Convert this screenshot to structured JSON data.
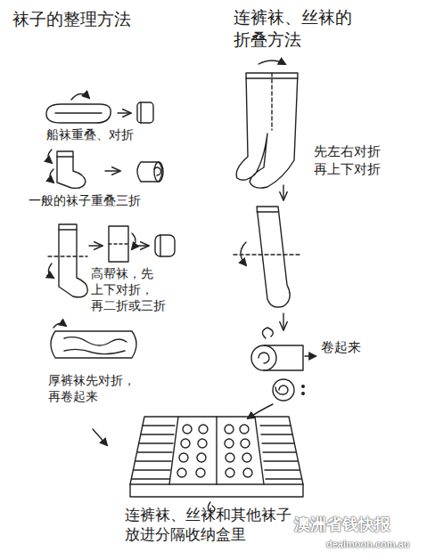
{
  "diagram": {
    "labels": [
      "袜子的整理方法",
      "连裤袜、丝袜的 折叠方法",
      "船袜重叠、对折",
      "一般的袜子重叠三折",
      "高帮袜，先 上下对折， 再二折或三折",
      "厚裤袜先对折， 再卷起来",
      "先左右对折 再上下对折",
      "卷起来",
      "连裤袜、丝袜和其他袜子 放进分隔收纳盒里",
      "澳洲省钱快报",
      "dealmoon.com.au"
    ]
  }
}
